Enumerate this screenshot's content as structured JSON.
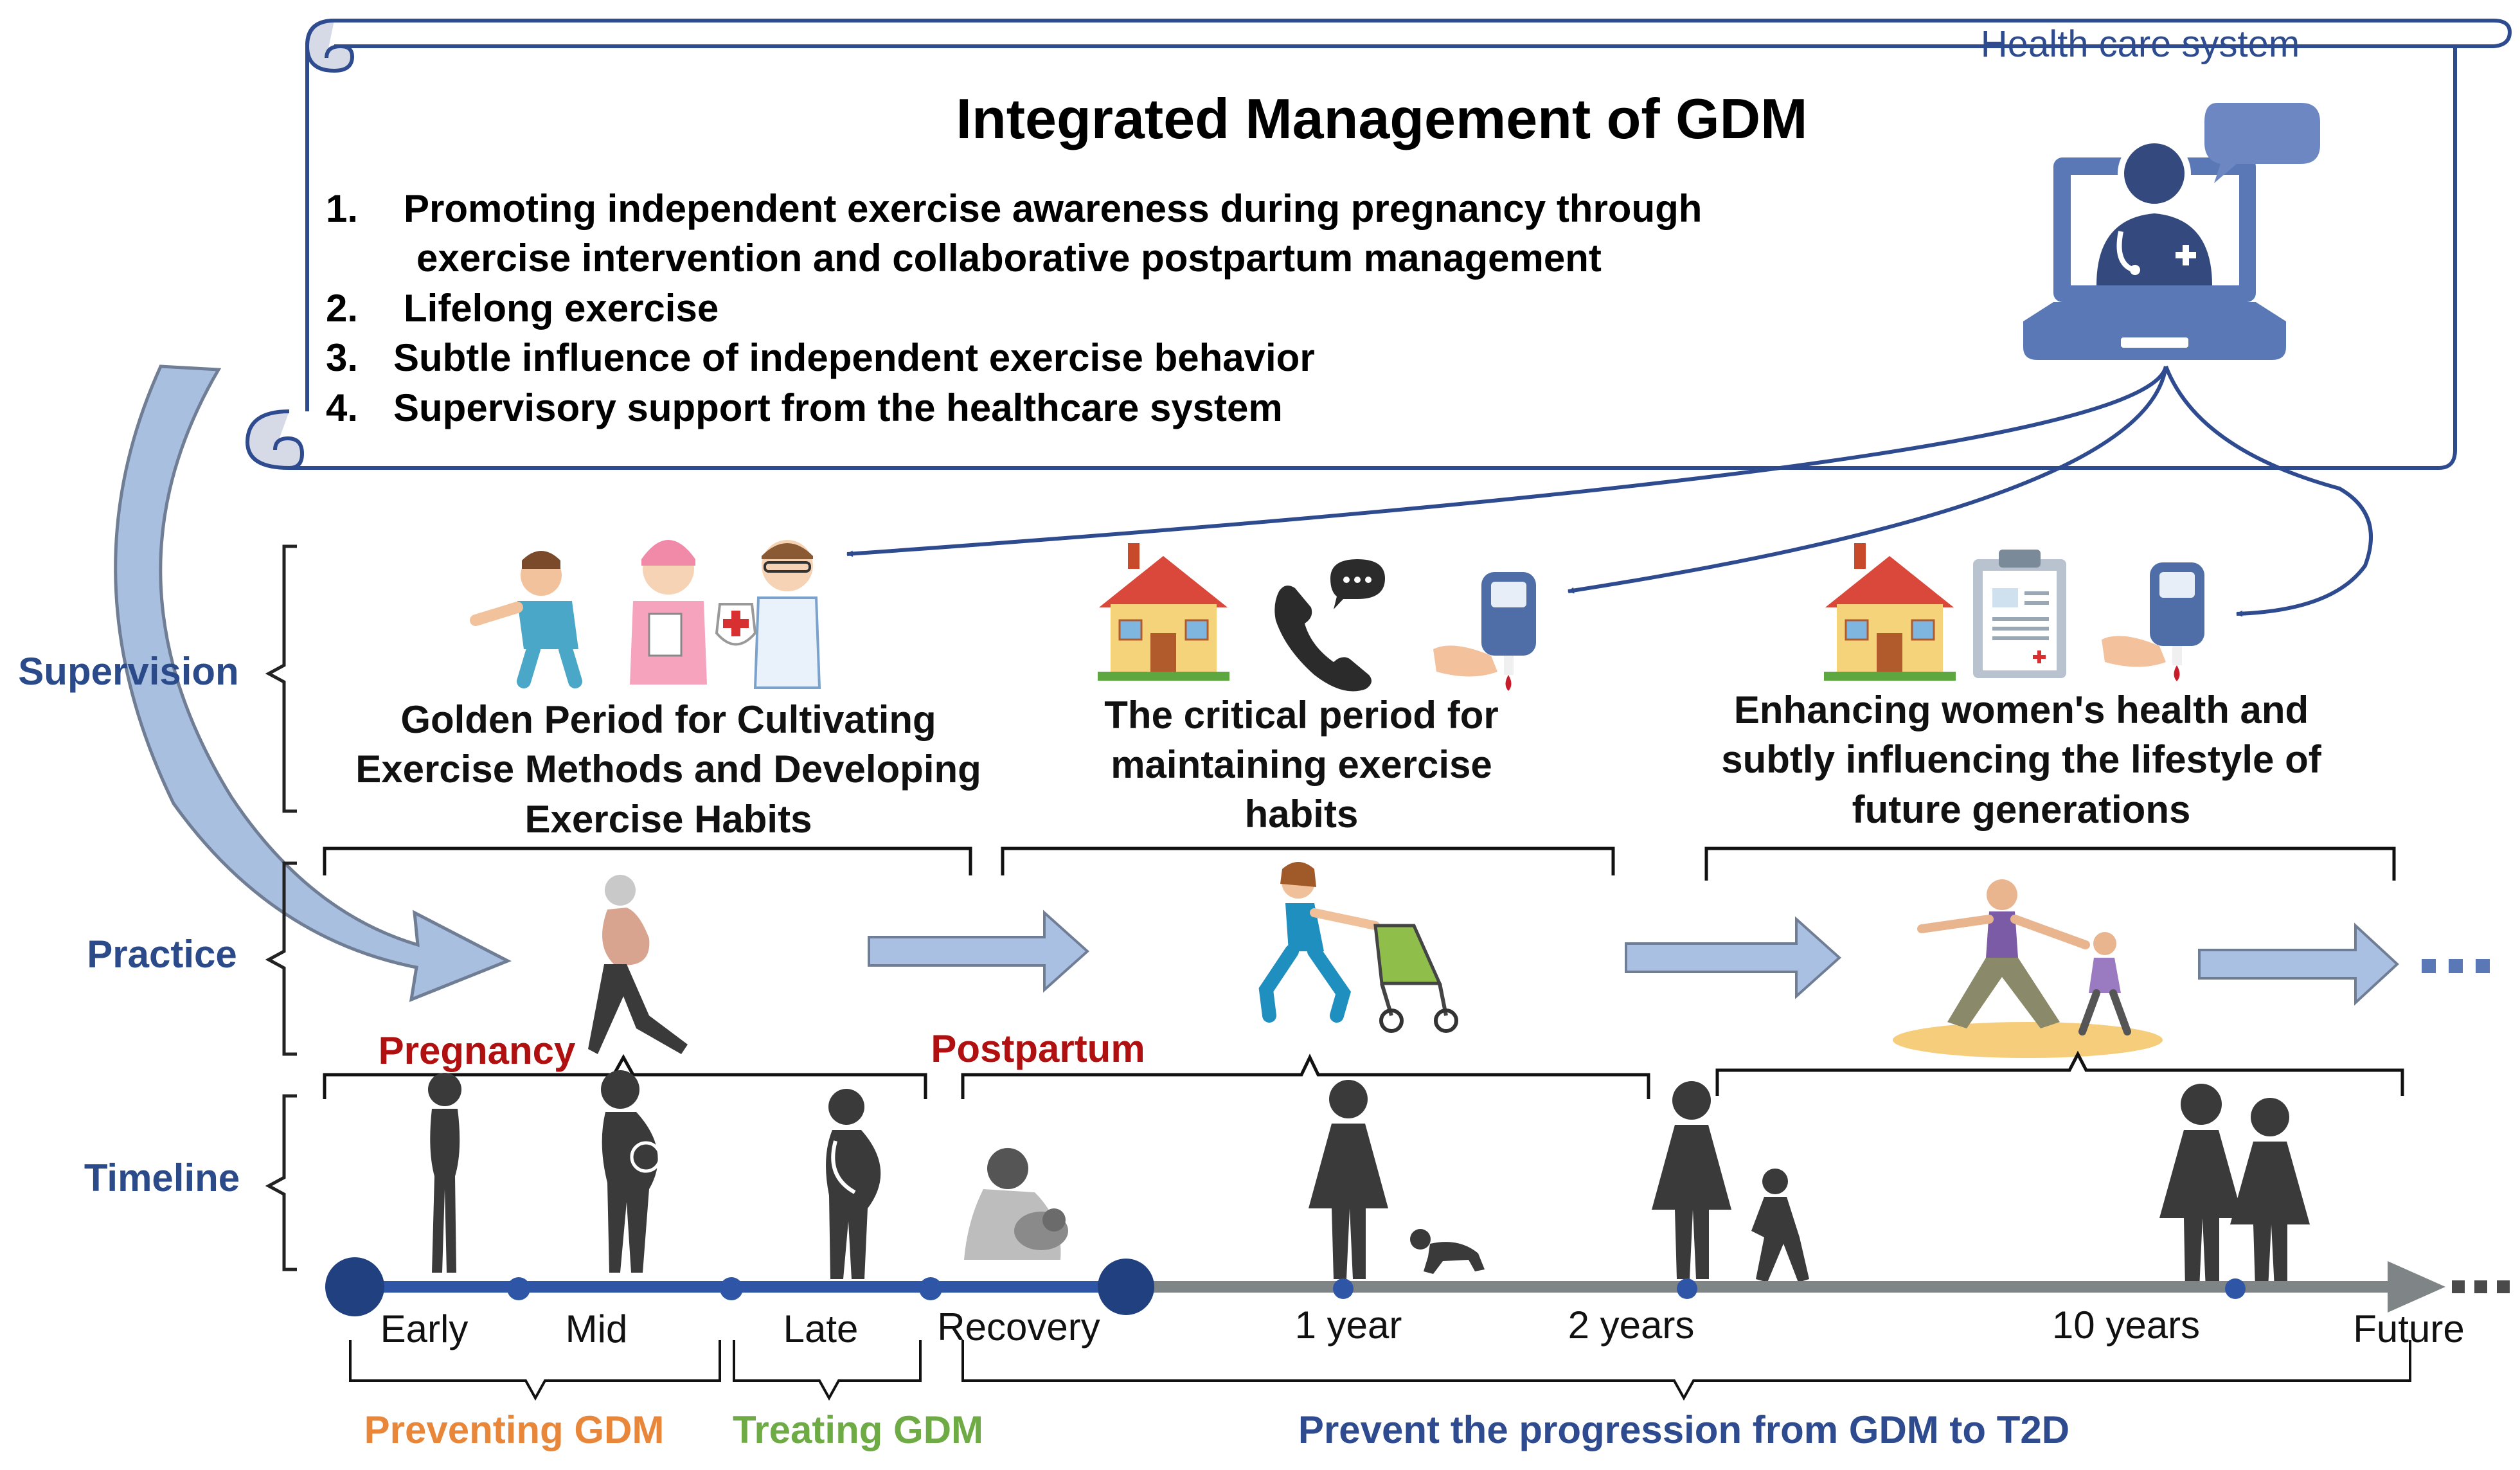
{
  "header": {
    "system_label": "Health care system",
    "title": "Integrated Management of GDM",
    "items": [
      {
        "num": "1.",
        "lines": [
          "Promoting independent exercise awareness during pregnancy through",
          "exercise intervention and collaborative postpartum management"
        ]
      },
      {
        "num": "2.",
        "lines": [
          "Lifelong exercise"
        ]
      },
      {
        "num": "3.",
        "lines": [
          "Subtle influence of independent exercise behavior"
        ]
      },
      {
        "num": "4.",
        "lines": [
          "Supervisory support from the healthcare system"
        ]
      }
    ]
  },
  "rows": {
    "supervision": "Supervision",
    "practice": "Practice",
    "timeline": "Timeline"
  },
  "periods": [
    {
      "lines": [
        "Golden Period  for Cultivating",
        "Exercise Methods and Developing",
        "Exercise Habits"
      ]
    },
    {
      "lines": [
        "The critical period for",
        "maintaining exercise",
        "habits"
      ]
    },
    {
      "lines": [
        "Enhancing women's health and",
        "subtly influencing the lifestyle of",
        "future generations"
      ]
    }
  ],
  "phases": {
    "pregnancy": "Pregnancy",
    "postpartum": "Postpartum"
  },
  "timeline_labels": {
    "early": "Early",
    "mid": "Mid",
    "late": "Late",
    "recovery": "Recovery",
    "one_year": "1 year",
    "two_years": "2 years",
    "ten_years": "10 years",
    "future": "Future"
  },
  "goals": {
    "preventing": "Preventing GDM",
    "treating": "Treating GDM",
    "progression": "Prevent the progression from GDM to T2D"
  },
  "colors": {
    "navy": "#2e4b8f",
    "timeline_blue": "#2f56a6",
    "timeline_gray": "#7f8487",
    "arrow_fill": "#a9c0e2",
    "red": "#b01010",
    "orange": "#e8873a",
    "green": "#6fab45",
    "device_blue": "#5b78b6"
  },
  "icons": {
    "laptop": "doctor-laptop-icon",
    "house": "house-icon",
    "phone": "phone-message-icon",
    "glucometer": "glucometer-icon",
    "clipboard": "medical-record-icon"
  }
}
